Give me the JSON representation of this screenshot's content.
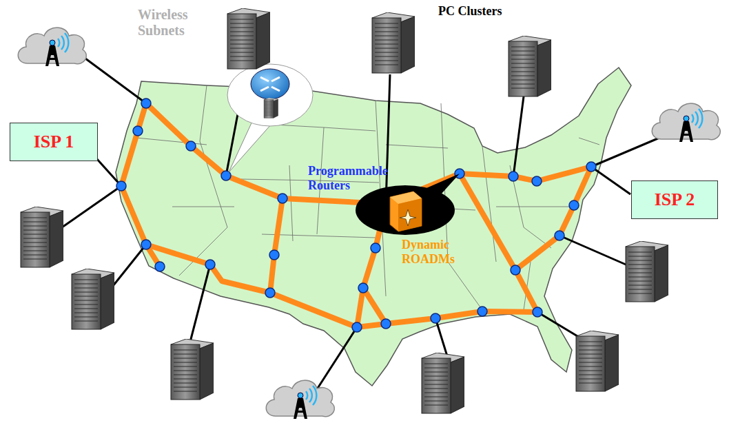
{
  "diagram": {
    "nodes": [
      {
        "text": [
          "ISP 1"
        ]
      },
      {
        "text": [
          "ISP 2"
        ]
      }
    ],
    "labels": [
      "Wireless Subnets",
      "PC Clusters",
      "Programmable Routers",
      "Dynamic ROADMs"
    ]
  }
}
